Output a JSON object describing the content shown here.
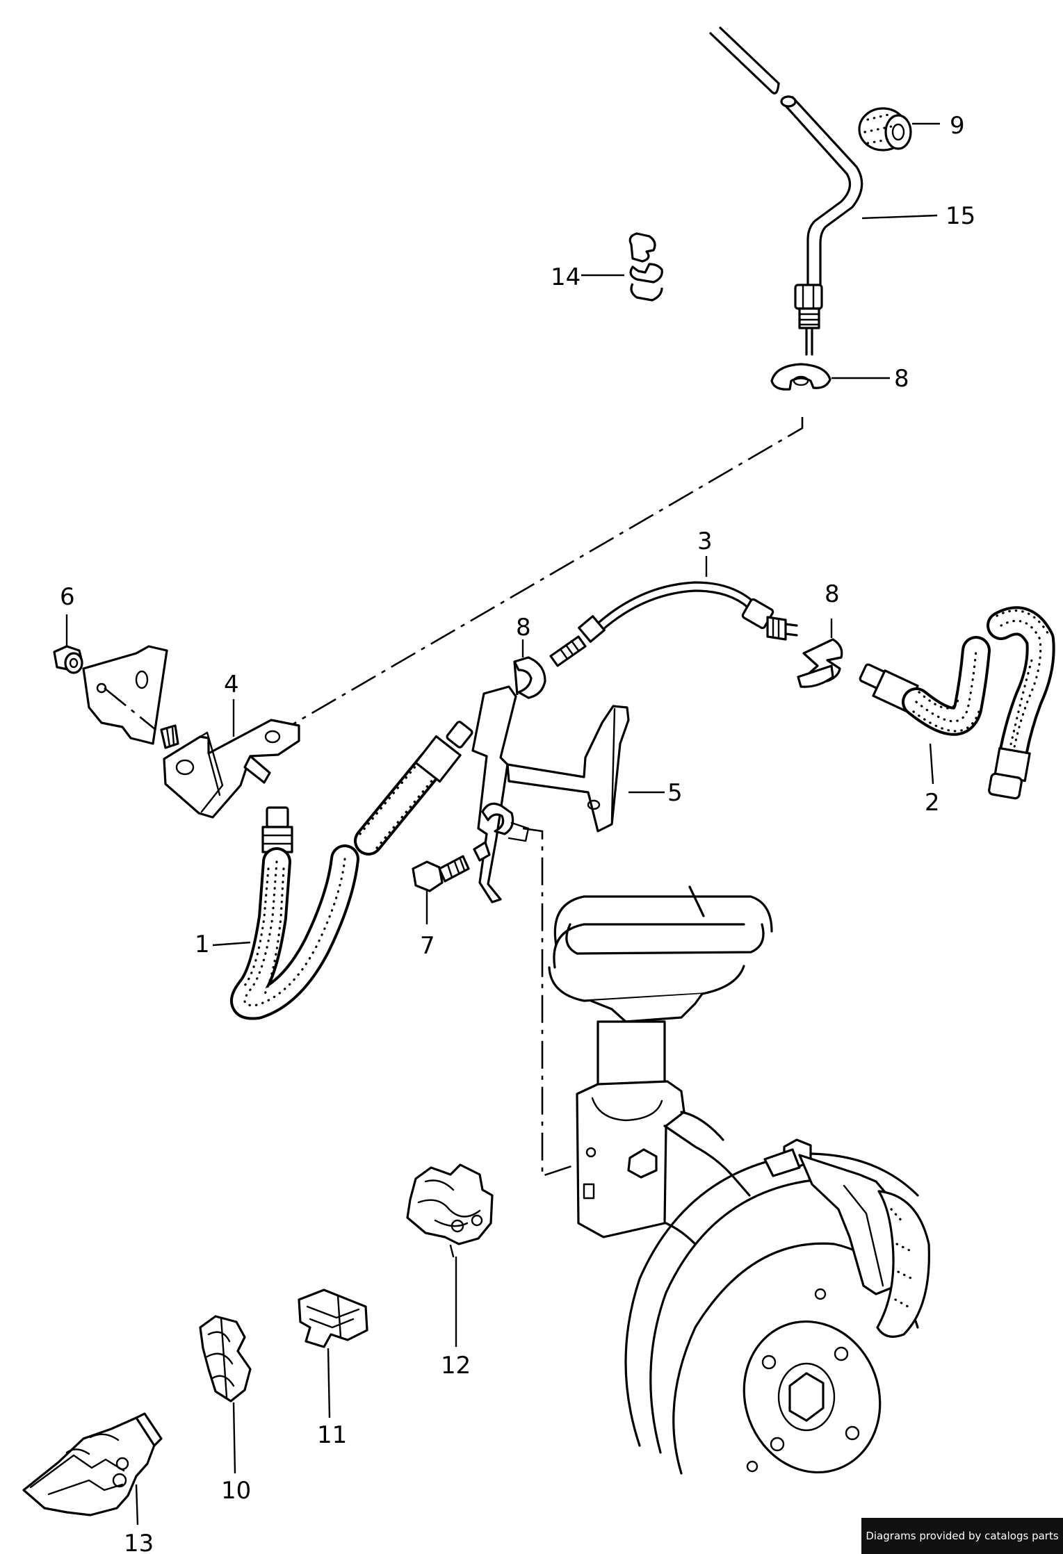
{
  "labels": {
    "l1": "1",
    "l2": "2",
    "l3": "3",
    "l4": "4",
    "l5": "5",
    "l6": "6",
    "l7": "7",
    "l8a": "8",
    "l8b": "8",
    "l8c": "8",
    "l9": "9",
    "l10": "10",
    "l11": "11",
    "l12": "12",
    "l13": "13",
    "l14": "14",
    "l15": "15"
  },
  "footer": {
    "credit": "Diagrams provided by catalogs parts"
  }
}
